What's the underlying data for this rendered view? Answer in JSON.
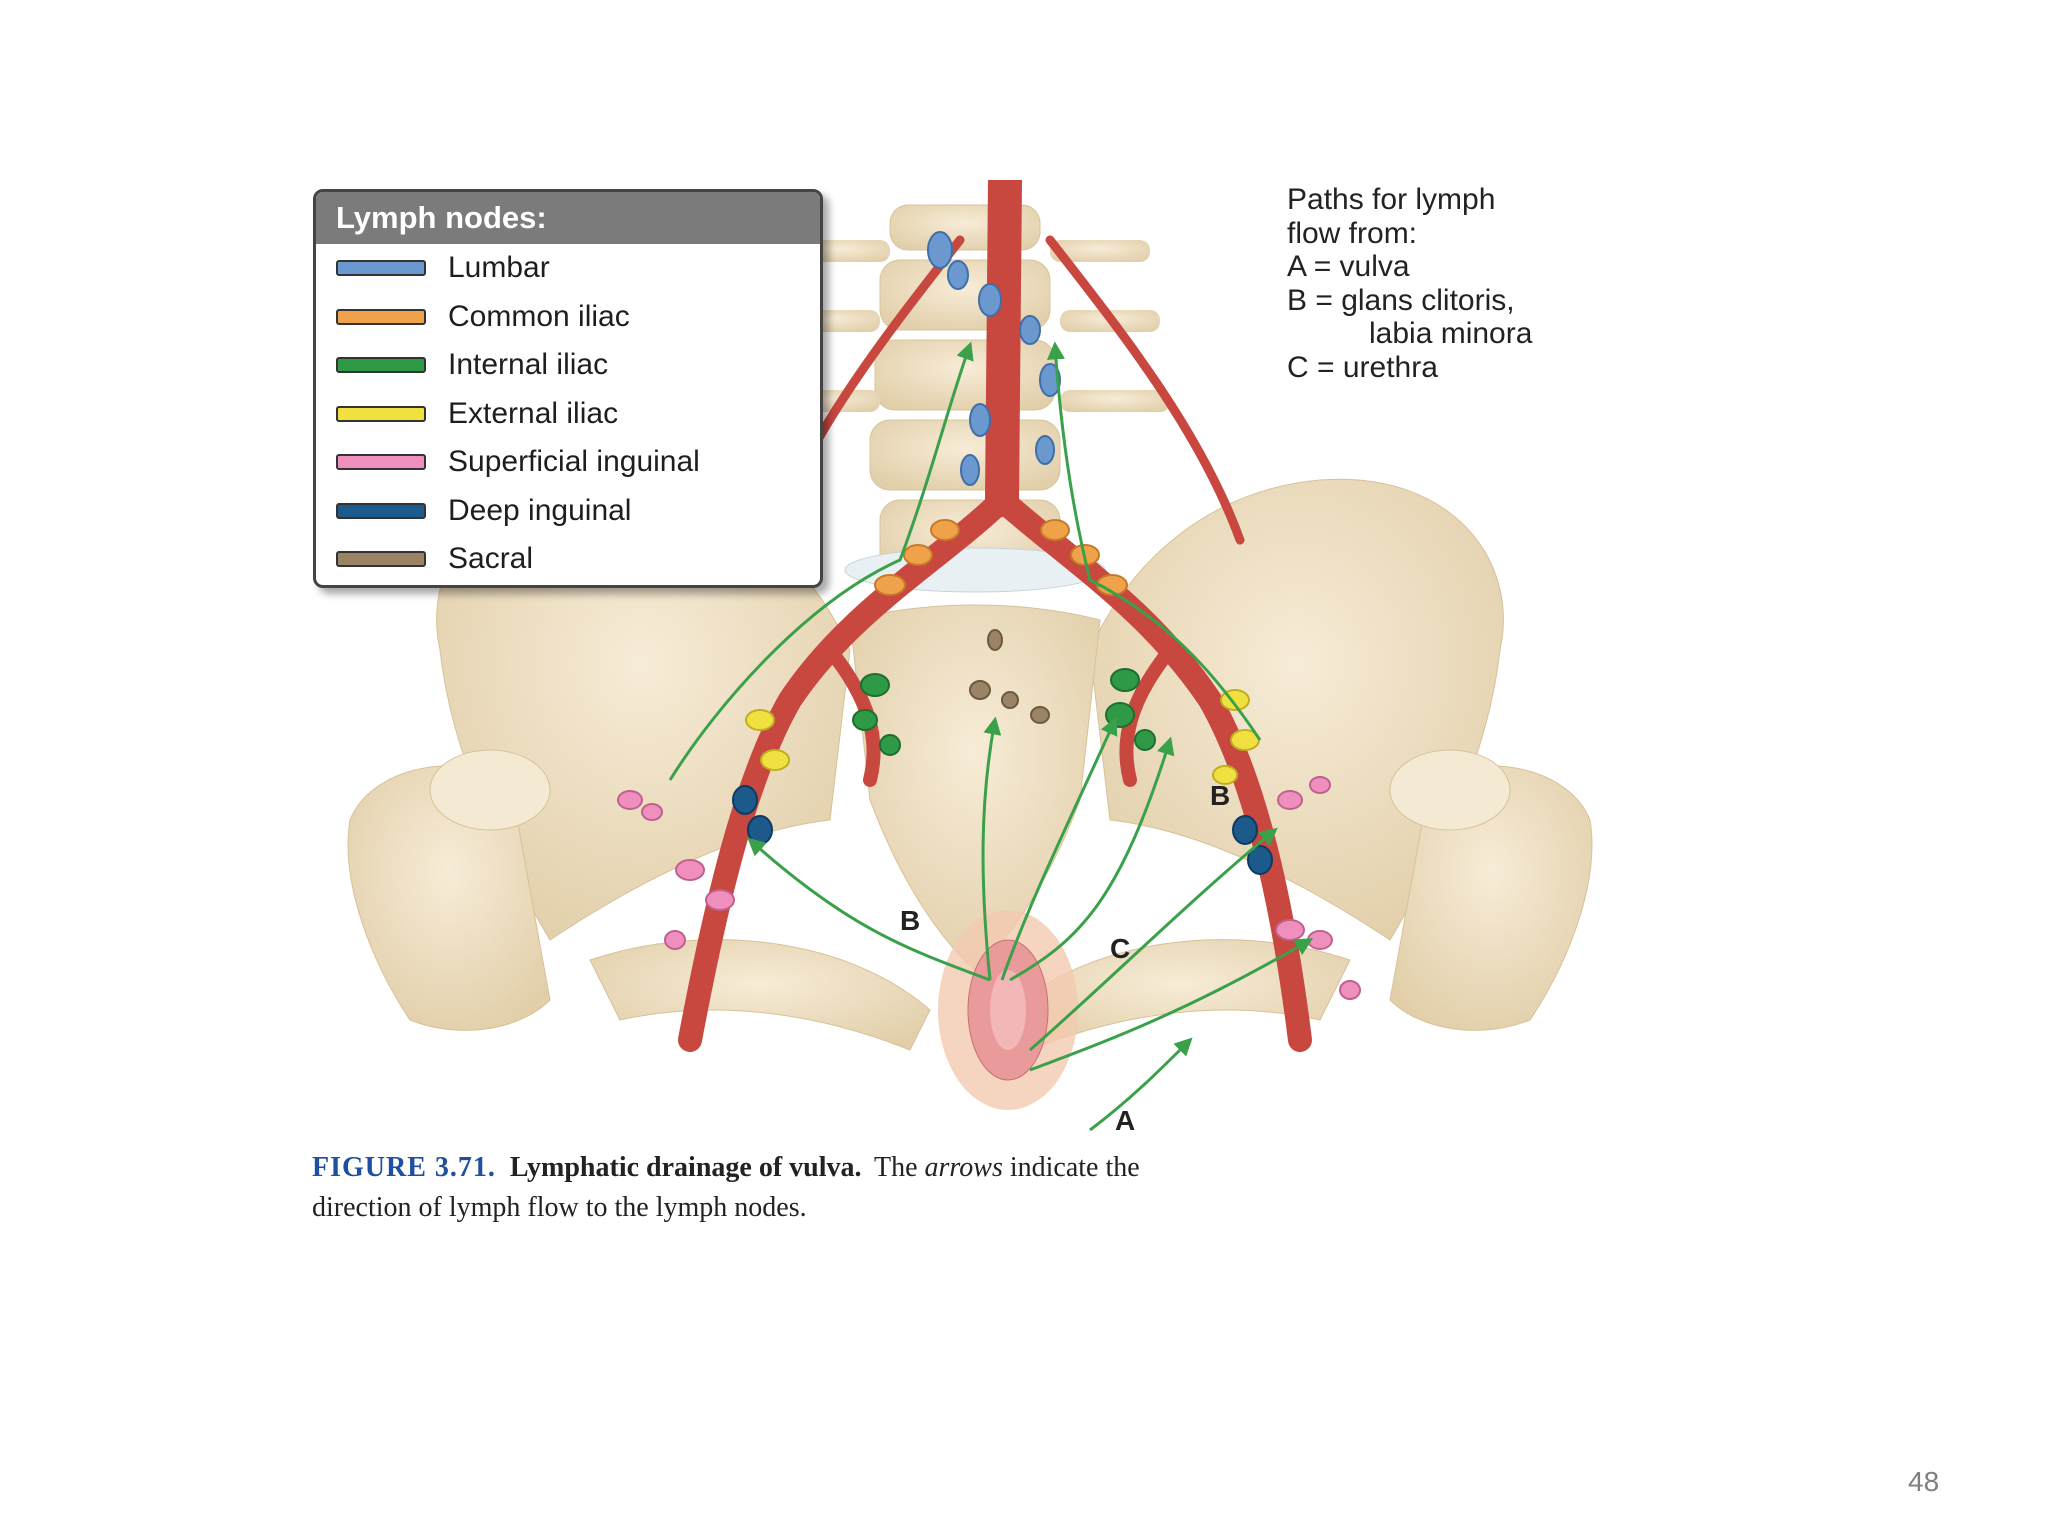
{
  "legend": {
    "title": "Lymph nodes:",
    "items": [
      {
        "label": "Lumbar",
        "color": "#6b98cf"
      },
      {
        "label": "Common iliac",
        "color": "#f0a24a"
      },
      {
        "label": "Internal iliac",
        "color": "#2f9a46"
      },
      {
        "label": "External iliac",
        "color": "#f0e040"
      },
      {
        "label": "Superficial inguinal",
        "color": "#ef8fbe"
      },
      {
        "label": "Deep inguinal",
        "color": "#1d5a8c"
      },
      {
        "label": "Sacral",
        "color": "#9b8466"
      }
    ]
  },
  "paths": {
    "lines": [
      "Paths for lymph",
      "flow from:",
      "A = vulva",
      "B = glans clitoris,",
      "labia minora",
      "C = urethra"
    ]
  },
  "labels": {
    "b_left": "B",
    "b_right": "B",
    "c": "C",
    "a": "A"
  },
  "caption": {
    "figure_number": "FIGURE 3.71.",
    "title": "Lymphatic drainage of vulva.",
    "text_before_italic": "The",
    "italic": "arrows",
    "text_after_italic": "indicate the",
    "line2": "direction of lymph flow to the lymph nodes."
  },
  "page_number": "48",
  "colors": {
    "bone": "#efe0c3",
    "artery": "#c8473f",
    "arrow": "#3aa14a"
  }
}
